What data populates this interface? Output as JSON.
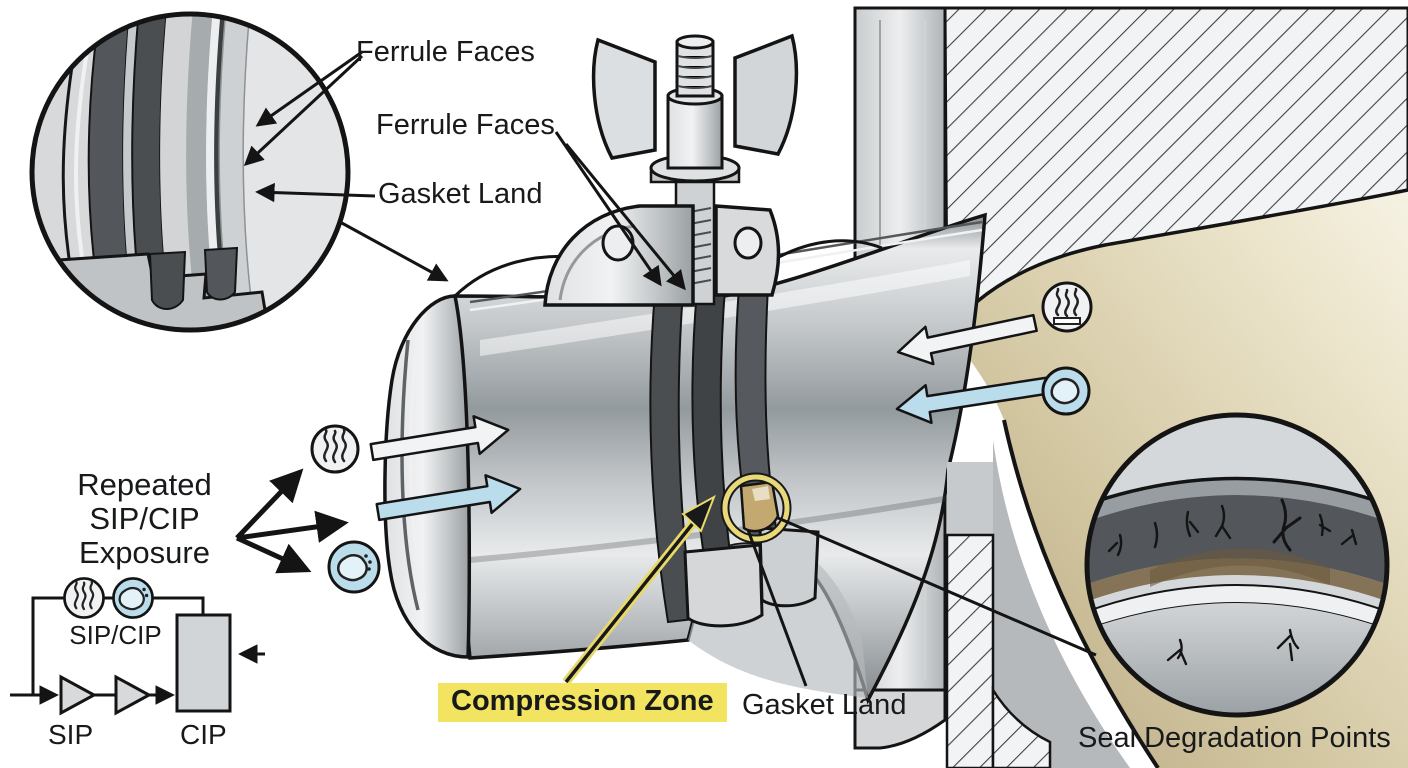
{
  "labels": {
    "ferrule_faces_top": "Ferrule Faces",
    "ferrule_faces_mid": "Ferrule Faces",
    "gasket_land_top": "Gasket Land",
    "compression_zone": "Compression Zone",
    "gasket_land_bottom": "Gasket Land",
    "seal_degradation_points": "Seal Degradation Points"
  },
  "exposure": {
    "line1": "Repeated",
    "line2": "SIP/CIP",
    "line3": "Exposure"
  },
  "process": {
    "sip_cip": "SIP/CIP",
    "sip": "SIP",
    "cip": "CIP"
  },
  "icons": {
    "steam": "steam-icon",
    "cip_spray": "cip-spray-icon"
  },
  "colors": {
    "highlight_yellow": "#F2E360",
    "flow_blue": "#BBDDEB",
    "gasket_dark": "#4B4E51",
    "compression_tan": "#C3A96F",
    "vessel_tan": "#D6C9A4",
    "metal_light": "#E9EBEC",
    "metal_dark": "#8E9498",
    "outline": "#161616",
    "background": "#FFFFFF"
  }
}
